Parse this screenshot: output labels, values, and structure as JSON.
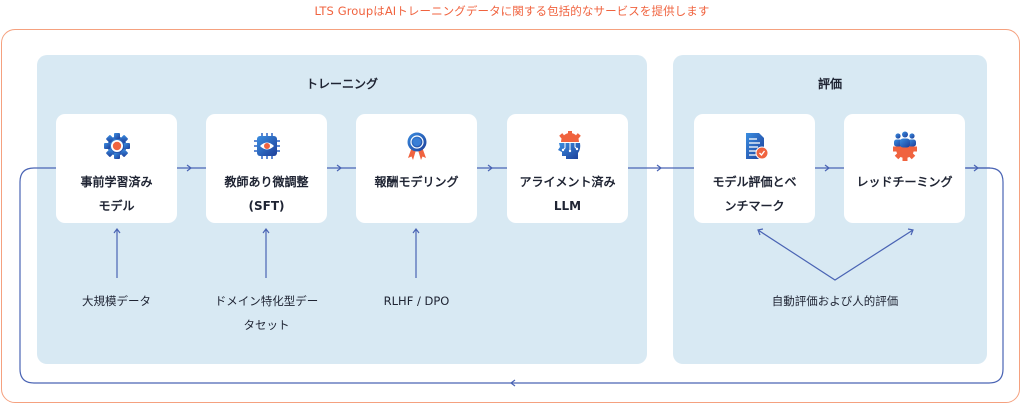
{
  "banner": "LTS GroupはAIトレーニングデータに関する包括的なサービスを提供します",
  "colors": {
    "accent": "#f0633f",
    "outer_border": "#f5a17f",
    "panel_bg": "#d8e9f3",
    "line": "#4a64b4",
    "icon_blue": "#2a62c4",
    "icon_orange": "#f0633f"
  },
  "training": {
    "title": "トレーニング",
    "cards": [
      {
        "icon": "gear-icon",
        "line1": "事前学習済み",
        "line2": "モデル"
      },
      {
        "icon": "chip-eye-icon",
        "line1": "教師あり微調整",
        "line2": "(SFT)"
      },
      {
        "icon": "award-ribbon-icon",
        "line1": "報酬モデリング",
        "line2": ""
      },
      {
        "icon": "ai-head-icon",
        "line1": "アライメント済み",
        "line2": "LLM"
      }
    ],
    "inputs": [
      {
        "line1": "大規模データ",
        "line2": ""
      },
      {
        "line1": "ドメイン特化型デー",
        "line2": "タセット"
      },
      {
        "line1": "RLHF / DPO",
        "line2": ""
      }
    ]
  },
  "evaluation": {
    "title": "評価",
    "cards": [
      {
        "icon": "document-check-icon",
        "line1": "モデル評価とベ",
        "line2": "ンチマーク"
      },
      {
        "icon": "team-gear-icon",
        "line1": "レッドチーミング",
        "line2": ""
      }
    ],
    "method": "自動評価および人的評価"
  }
}
